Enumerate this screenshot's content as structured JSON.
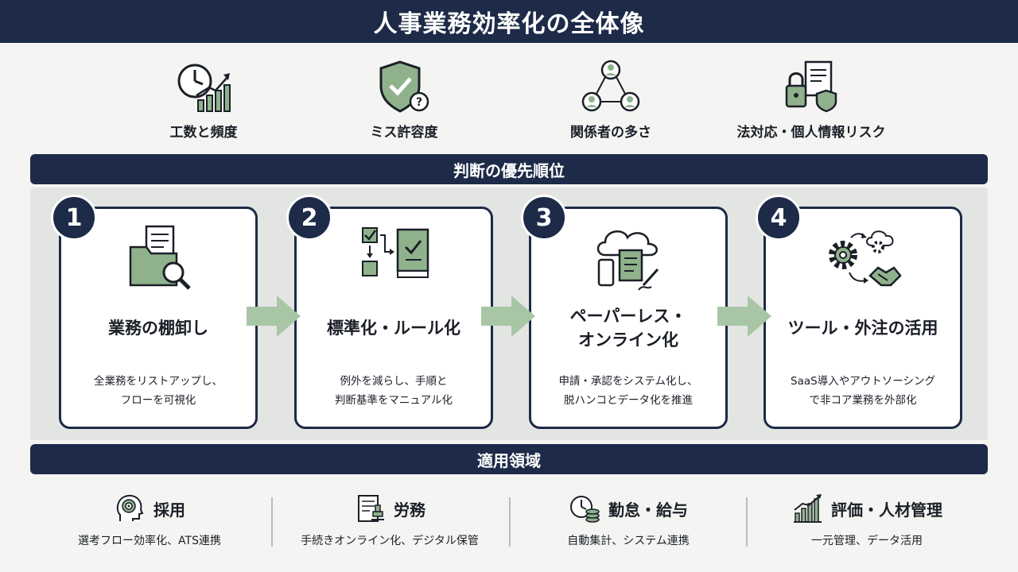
{
  "header": {
    "title": "人事業務効率化の全体像"
  },
  "factors": [
    {
      "label": "工数と頻度",
      "icon": "clock-growth-chart-icon"
    },
    {
      "label": "ミス許容度",
      "icon": "shield-check-icon"
    },
    {
      "label": "関係者の多さ",
      "icon": "people-network-icon"
    },
    {
      "label": "法対応・個人情報リスク",
      "icon": "lock-document-icon"
    }
  ],
  "priority_bar": {
    "label": "判断の優先順位"
  },
  "steps": [
    {
      "number": "1",
      "title": "業務の棚卸し",
      "description": "全業務をリストアップし、\nフローを可視化",
      "icon": "folder-search-icon"
    },
    {
      "number": "2",
      "title": "標準化・ルール化",
      "description": "例外を減らし、手順と\n判断基準をマニュアル化",
      "icon": "checklist-manual-icon"
    },
    {
      "number": "3",
      "title": "ペーパーレス・\nオンライン化",
      "description": "申請・承認をシステム化し、\n脱ハンコとデータ化を推進",
      "icon": "cloud-devices-icon"
    },
    {
      "number": "4",
      "title": "ツール・外注の活用",
      "description": "SaaS導入やアウトソーシング\nで非コア業務を外部化",
      "icon": "gears-handshake-icon"
    }
  ],
  "areas_bar": {
    "label": "適用領域"
  },
  "areas": [
    {
      "title": "採用",
      "description": "選考フロー効率化、ATS連携",
      "icon": "head-target-icon"
    },
    {
      "title": "労務",
      "description": "手続きオンライン化、デジタル保管",
      "icon": "document-stamp-icon"
    },
    {
      "title": "勤怠・給与",
      "description": "自動集計、システム連携",
      "icon": "clock-coins-icon"
    },
    {
      "title": "評価・人材管理",
      "description": "一元管理、データ活用",
      "icon": "bar-chart-icon"
    }
  ],
  "colors": {
    "navy": "#1d2a48",
    "accent_green": "#a8c6a6",
    "icon_green": "#8fb28c",
    "panel_gray": "#e3e5e3"
  }
}
